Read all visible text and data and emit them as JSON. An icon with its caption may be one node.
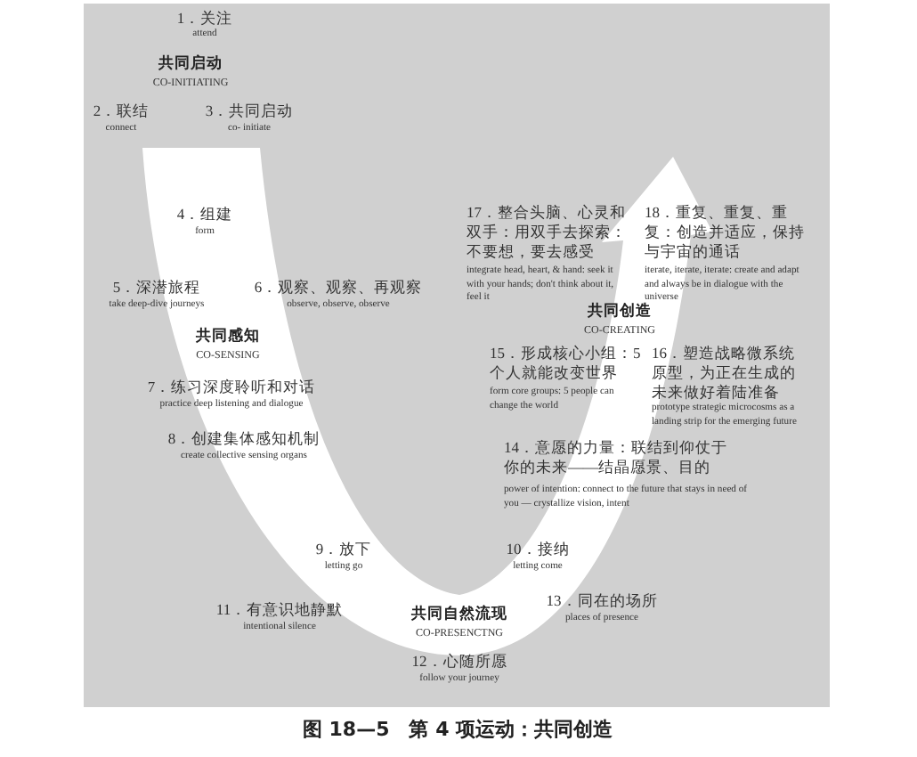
{
  "diagram": {
    "caption": "图 18—5　第 4 项运动：共同创造",
    "labels": [
      "1．关注",
      "attend",
      "共同启动",
      "CO-INITIATING",
      "2．联结",
      "connect",
      "3．共同启动",
      "co- initiate",
      "4．组建",
      "form",
      "5．深潜旅程",
      "take deep-dive journeys",
      "6．观察、观察、再观察",
      "observe, observe, observe",
      "共同感知",
      "CO-SENSING",
      "7．练习深度聆听和对话",
      "practice deep listening and dialogue",
      "8．创建集体感知机制",
      "create collective sensing organs",
      "17．整合头脑、心灵和双手：用双手去探索：不要想，要去感受",
      "integrate head, heart, & hand: seek it with your hands; don't think about it, feel it",
      "18．重复、重复、重复：创造并适应，保持与宇宙的通话",
      "iterate, iterate, iterate: create and adapt and always be in dialogue with the universe",
      "共同创造",
      "CO-CREATING",
      "15．形成核心小组：5个人就能改变世界",
      "form core groups: 5 people can change the world",
      "16．塑造战略微系统原型，为正在生成的未来做好着陆准备",
      "prototype strategic microcosms as a landing strip for the emerging future",
      "14．意愿的力量：联结到仰仗于你的未来——结晶愿景、目的",
      "power of intention: connect to the future that stays in need of you — crystallize vision, intent",
      "9．放下",
      "letting go",
      "10．接纳",
      "letting come",
      "11．有意识地静默",
      "intentional silence",
      "共同自然流现",
      "CO-PRESENCTNG",
      "13．同在的场所",
      "places of presence",
      "12．心随所愿",
      "follow your journey"
    ]
  }
}
